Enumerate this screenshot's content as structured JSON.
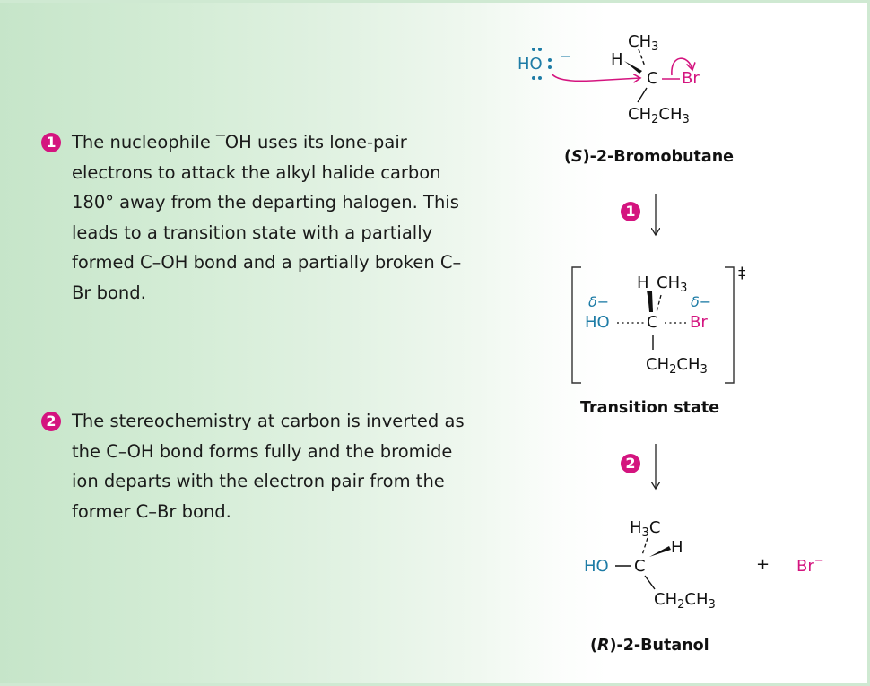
{
  "colors": {
    "badge": "#d4147f",
    "nucleophile_blue": "#1e7ca6",
    "bromine_magenta": "#d4147f",
    "background_left": "#c6e5c9",
    "background_right": "#ffffff"
  },
  "steps": [
    {
      "number": "1",
      "text": "The nucleophile ‾OH uses its lone-pair electrons to attack the alkyl halide carbon 180° away from the departing halogen. This leads to a transition state with a partially formed C–OH bond and a partially broken C–Br bond."
    },
    {
      "number": "2",
      "text": "The stereochemistry at carbon is inverted as the C–OH bond forms fully and the bromide ion departs with the electron pair from the former C–Br bond."
    }
  ],
  "reactant": {
    "nucleophile": "HO",
    "nucleophile_charge": "−",
    "h": "H",
    "ch3": "CH",
    "ch3_sub": "3",
    "c": "C",
    "br": "Br",
    "ch2ch3_a": "CH",
    "ch2ch3_sub1": "2",
    "ch2ch3_b": "CH",
    "ch2ch3_sub2": "3",
    "label_prefix": "(",
    "label_config": "S",
    "label_suffix": ")-2-Bromobutane"
  },
  "arrow1": {
    "badge": "1"
  },
  "transition_state": {
    "delta_left": "δ−",
    "delta_right": "δ−",
    "ho": "HO",
    "h": "H",
    "ch3": "CH",
    "ch3_sub": "3",
    "c": "C",
    "br": "Br",
    "ch2ch3_a": "CH",
    "ch2ch3_sub1": "2",
    "ch2ch3_b": "CH",
    "ch2ch3_sub2": "3",
    "double_dagger": "‡",
    "label": "Transition state"
  },
  "arrow2": {
    "badge": "2"
  },
  "product": {
    "ho": "HO",
    "h3c_a": "H",
    "h3c_sub": "3",
    "h3c_b": "C",
    "h": "H",
    "c": "C",
    "ch2ch3_a": "CH",
    "ch2ch3_sub1": "2",
    "ch2ch3_b": "CH",
    "ch2ch3_sub2": "3",
    "plus": "+",
    "bromide": "Br",
    "bromide_charge": "−",
    "label_prefix": "(",
    "label_config": "R",
    "label_suffix": ")-2-Butanol"
  }
}
